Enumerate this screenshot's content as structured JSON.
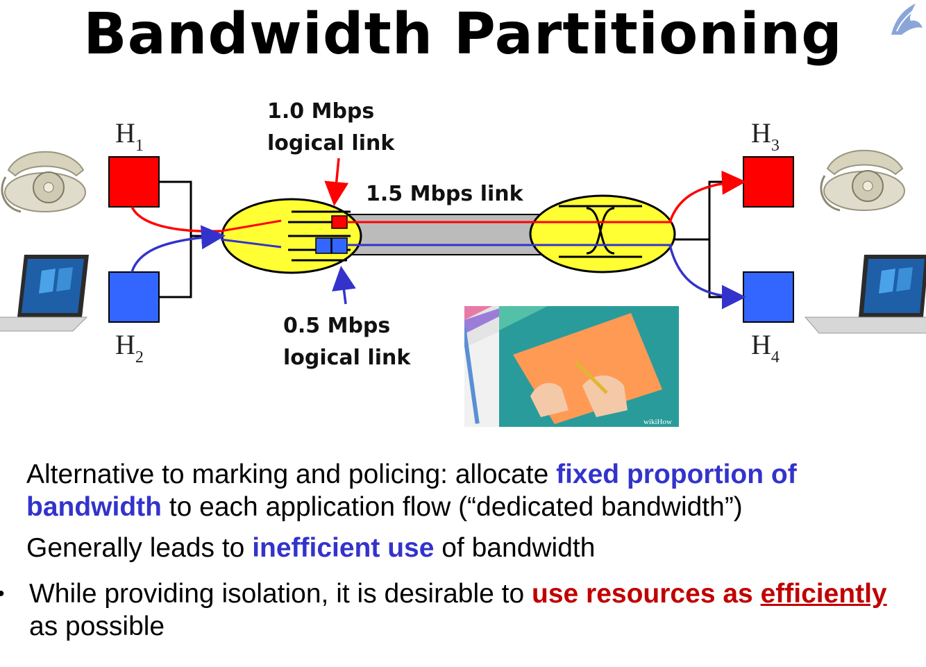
{
  "slide": {
    "title": "Bandwidth Partitioning"
  },
  "diagram": {
    "hosts": {
      "h1": {
        "letter": "H",
        "sub": "1",
        "color": "#ff0000"
      },
      "h2": {
        "letter": "H",
        "sub": "2",
        "color": "#3366ff"
      },
      "h3": {
        "letter": "H",
        "sub": "3",
        "color": "#ff0000"
      },
      "h4": {
        "letter": "H",
        "sub": "4",
        "color": "#3366ff"
      }
    },
    "labels": {
      "logical_1_rate": "1.0 Mbps",
      "logical_1_text": "logical link",
      "physical_link": "1.5 Mbps link",
      "logical_2_rate": "0.5 Mbps",
      "logical_2_text": "logical link"
    },
    "colors": {
      "router_fill": "#ffff33",
      "link_fill": "#bbbbbb",
      "red_flow": "#ff0000",
      "blue_flow": "#3333cc"
    },
    "icons": [
      "telephone-icon",
      "laptop-icon",
      "scissors-cutting-paper-photo",
      "university-logo"
    ]
  },
  "photo": {
    "watermark": "wikiHow"
  },
  "bullets": {
    "b1": {
      "t1": "Alternative to marking and policing: allocate ",
      "h1": "fixed proportion of bandwidth",
      "t2": " to each application flow (“dedicated bandwidth”)"
    },
    "b2": {
      "t1": "Generally leads to ",
      "h1": "inefficient use",
      "t2": " of bandwidth"
    },
    "b3": {
      "dot": "•",
      "t1": "While providing isolation, it is desirable to ",
      "h1": "use resources as ",
      "h2": "efficiently",
      "t2": " as possible"
    }
  }
}
